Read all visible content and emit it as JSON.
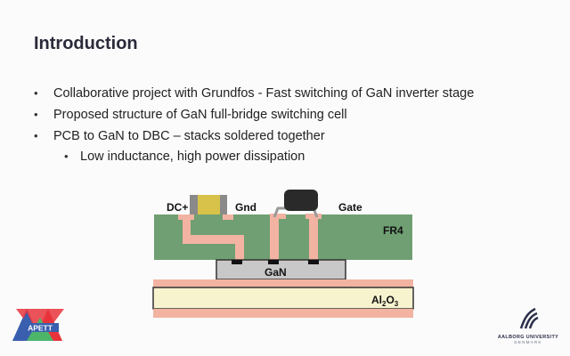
{
  "slide": {
    "title": "Introduction",
    "bullets": [
      {
        "text": "Collaborative project with Grundfos - Fast switching of GaN inverter stage",
        "level": 1
      },
      {
        "text": "Proposed structure of GaN full-bridge switching cell",
        "level": 1
      },
      {
        "text": "PCB to GaN to DBC – stacks soldered together",
        "level": 1
      },
      {
        "text": "Low inductance, high power dissipation",
        "level": 2
      }
    ],
    "bullet_symbol": "•"
  },
  "diagram": {
    "labels": {
      "dc_plus": "DC+",
      "gnd": "Gnd",
      "gate": "Gate",
      "fr4": "FR4",
      "gan": "GaN",
      "al2o3_main": "Al",
      "al2o3_sub1": "2",
      "al2o3_mid": "O",
      "al2o3_sub2": "3"
    },
    "colors": {
      "fr4": "#6f9f73",
      "copper": "#f2b3a2",
      "gan_die": "#c8c8c8",
      "substrate": "#f8f3cf",
      "capacitor": "#d8c24a",
      "package": "#2a2a2a"
    }
  },
  "logos": {
    "left_text": "APETT",
    "right_name": "AALBORG UNIVERSITY",
    "right_country": "DENMARK"
  }
}
